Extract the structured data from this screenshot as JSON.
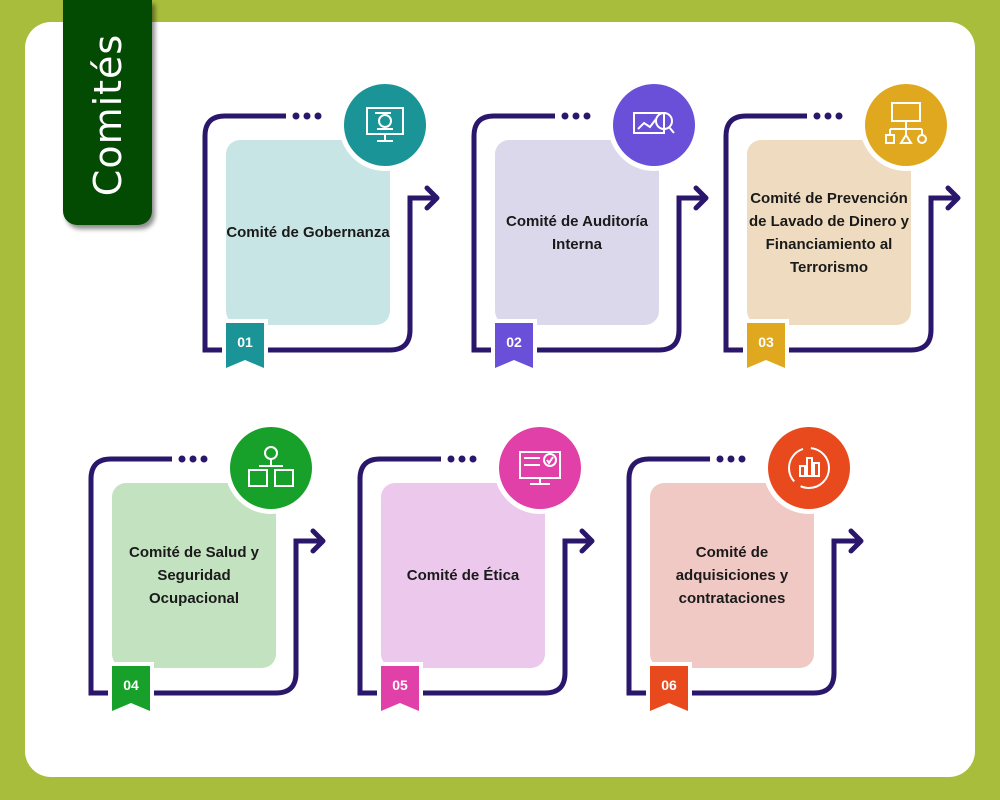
{
  "title": "Comités",
  "frame_color": "#2a176b",
  "cards": [
    {
      "number": "01",
      "label": "Comité de Gobernanza",
      "accent": "#1a9497",
      "fill": "#c8e5e6",
      "icon": "presentation-board-icon"
    },
    {
      "number": "02",
      "label": "Comité de Auditoría Interna",
      "accent": "#6a4fd8",
      "fill": "#dcd8ec",
      "icon": "audit-magnifier-icon"
    },
    {
      "number": "03",
      "label": "Comité de Prevención de Lavado de Dinero y Financiamiento al Terrorismo",
      "accent": "#e0a81e",
      "fill": "#efdcc0",
      "icon": "folder-network-icon"
    },
    {
      "number": "04",
      "label": "Comité de Salud y Seguridad Ocupacional",
      "accent": "#17a02a",
      "fill": "#c3e2c0",
      "icon": "gear-boxes-icon"
    },
    {
      "number": "05",
      "label": "Comité de Ética",
      "accent": "#e040a8",
      "fill": "#ecc8ec",
      "icon": "monitor-check-icon"
    },
    {
      "number": "06",
      "label": "Comité de adquisiciones y contrataciones",
      "accent": "#e84a1e",
      "fill": "#f0c8c4",
      "icon": "bar-chart-circle-icon"
    }
  ]
}
